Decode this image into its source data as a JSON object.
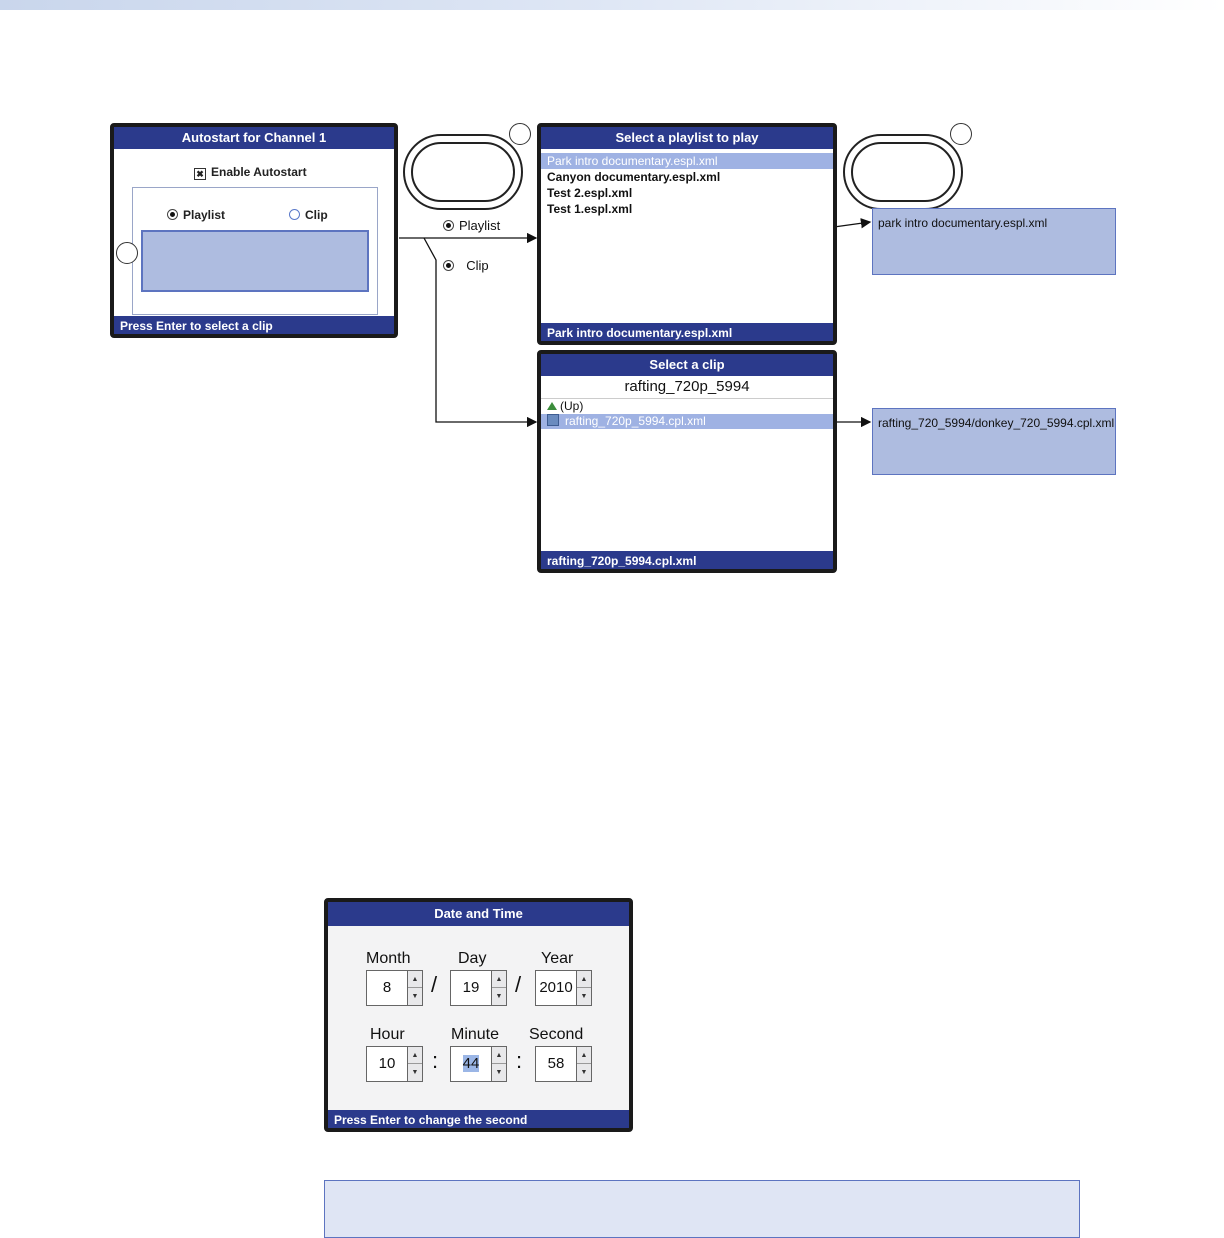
{
  "autostart": {
    "title": "Autostart for Channel 1",
    "enable_label": "Enable Autostart",
    "enable_mark": "✖",
    "option_playlist": "Playlist",
    "option_clip": "Clip",
    "status": "Press Enter to select a clip"
  },
  "connector": {
    "playlist_label": "Playlist",
    "clip_label": "Clip"
  },
  "playlist_screen": {
    "title": "Select a playlist to play",
    "items": [
      "Park intro documentary.espl.xml",
      "Canyon documentary.espl.xml",
      "Test 2.espl.xml",
      "Test 1.espl.xml"
    ],
    "selected_index": 0,
    "status": "Park intro documentary.espl.xml"
  },
  "clip_screen": {
    "title": "Select a clip",
    "folder": "rafting_720p_5994",
    "up_label": "(Up)",
    "selected_file": "rafting_720p_5994.cpl.xml",
    "status": "rafting_720p_5994.cpl.xml"
  },
  "result_playlist": "park intro documentary.espl.xml",
  "result_clip": "rafting_720_5994/donkey_720_5994.cpl.xml",
  "datetime": {
    "title": "Date and Time",
    "labels": {
      "month": "Month",
      "day": "Day",
      "year": "Year",
      "hour": "Hour",
      "minute": "Minute",
      "second": "Second"
    },
    "values": {
      "month": "8",
      "day": "19",
      "year": "2010",
      "hour": "10",
      "minute": "44",
      "second": "58"
    },
    "date_sep": "/",
    "time_sep": ":",
    "status": "Press Enter to change the second"
  },
  "colors": {
    "title_bar": "#2b3a8c",
    "selection": "#9fb2e3",
    "value_box": "#aebce0"
  }
}
